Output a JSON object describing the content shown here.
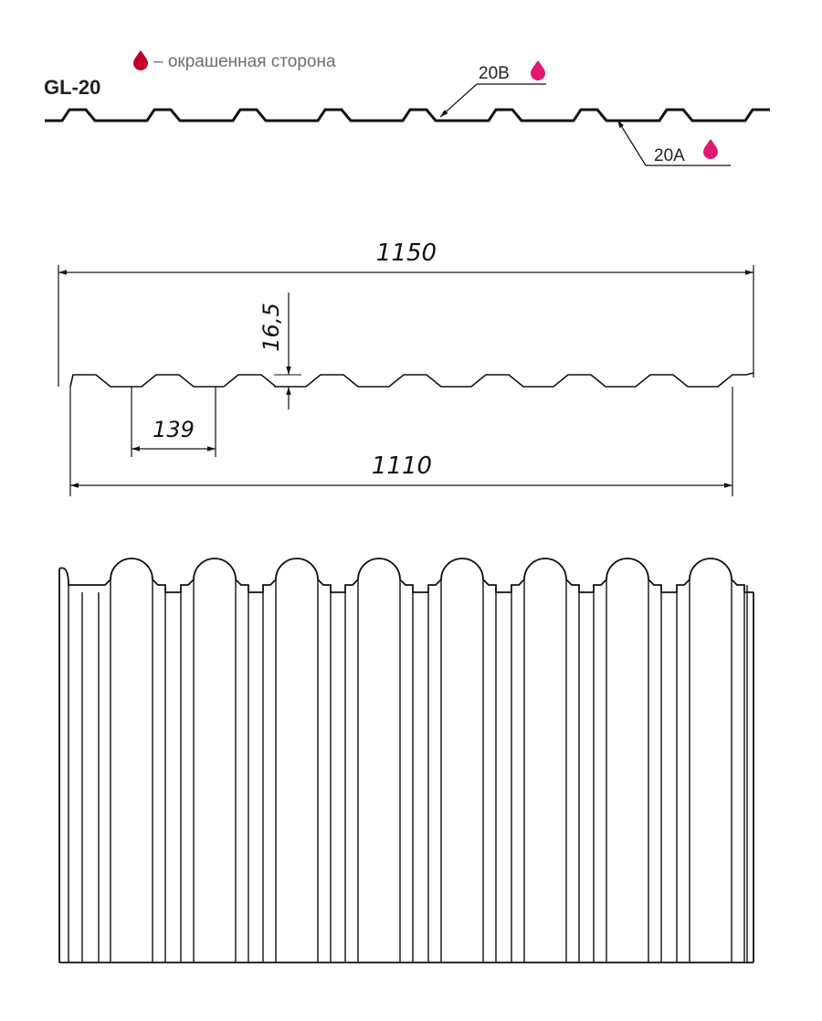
{
  "header": {
    "model": "GL-20",
    "legend": "– окрашенная сторона"
  },
  "callouts": {
    "top": "20B",
    "bottom": "20A"
  },
  "dimensions": {
    "total_width": "1150",
    "height": "16,5",
    "pitch": "139",
    "useful_width": "1110"
  },
  "colors": {
    "paint_drop_legend": "#c0002a",
    "paint_drop_callout": "#e0196e",
    "line": "#111111",
    "legend_text": "#6e6e6e"
  }
}
